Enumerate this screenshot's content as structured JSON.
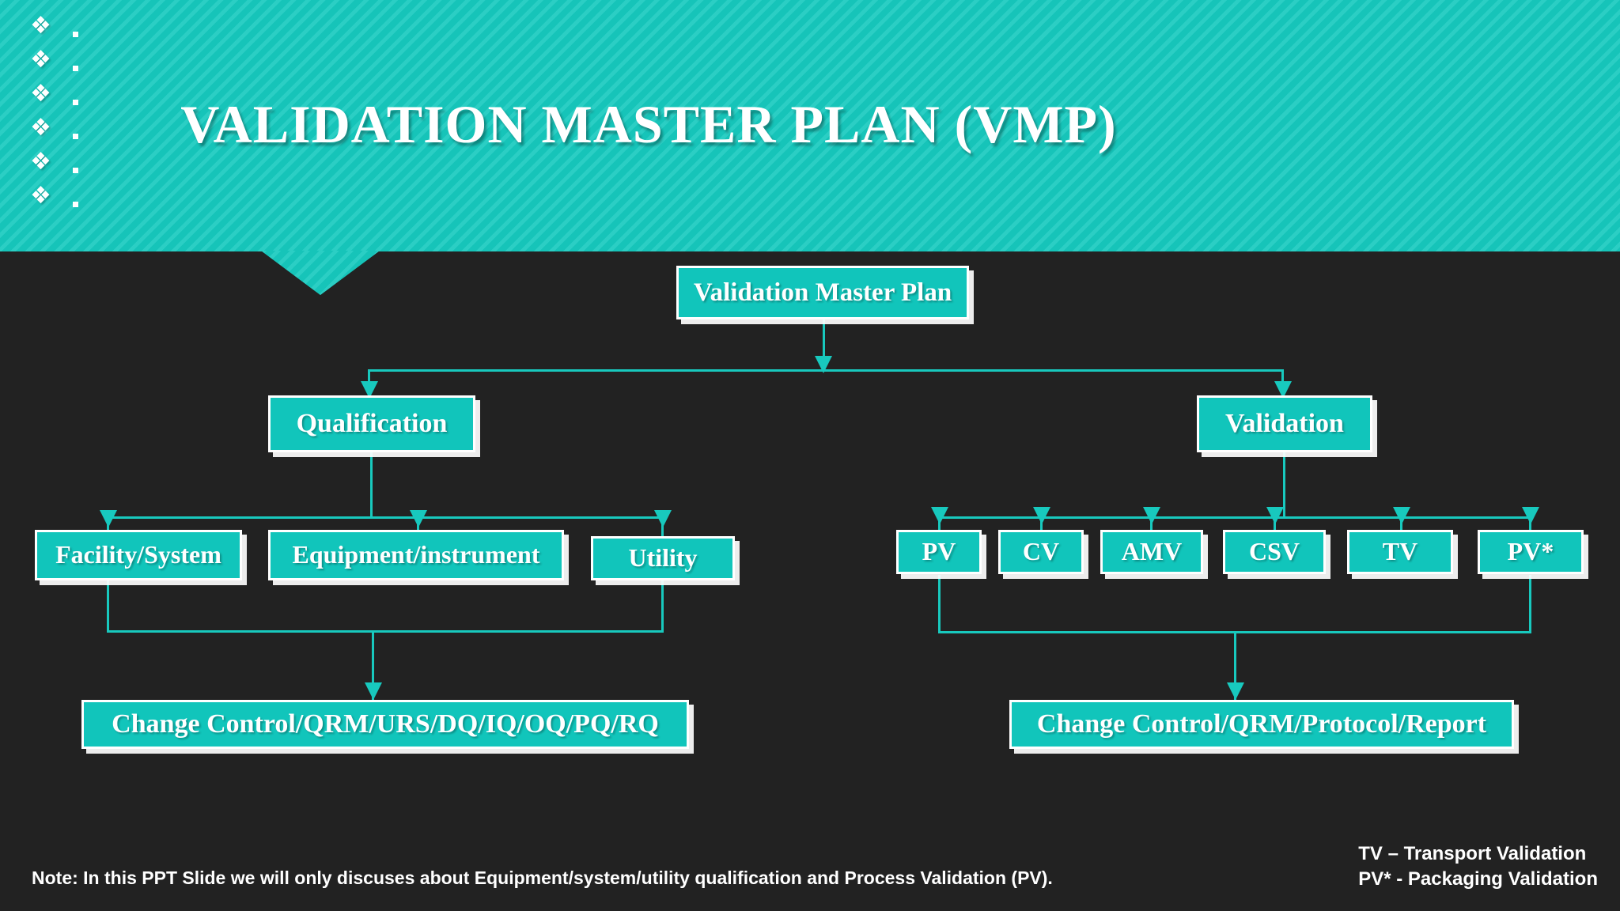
{
  "header": {
    "title": "VALIDATION MASTER PLAN (VMP)",
    "band_color": "#17cabf",
    "bullets": [
      {
        "glyph": "❖",
        "dot": "·"
      },
      {
        "glyph": "❖",
        "dot": "·"
      },
      {
        "glyph": "❖",
        "dot": "·"
      },
      {
        "glyph": "❖",
        "dot": "·"
      },
      {
        "glyph": "❖",
        "dot": "·"
      },
      {
        "glyph": "❖",
        "dot": "·"
      }
    ]
  },
  "diagram": {
    "background_color": "#222222",
    "node_fill": "#11c5bb",
    "node_border": "#ffffff",
    "connector_color": "#18c9be",
    "root": "Validation Master Plan",
    "level2": {
      "left": "Qualification",
      "right": "Validation"
    },
    "qualification_children": [
      "Facility/System",
      "Equipment/instrument",
      "Utility"
    ],
    "validation_children": [
      "PV",
      "CV",
      "AMV",
      "CSV",
      "TV",
      "PV*"
    ],
    "left_outcome": "Change Control/QRM/URS/DQ/IQ/OQ/PQ/RQ",
    "right_outcome": "Change Control/QRM/Protocol/Report"
  },
  "footer": {
    "note": "Note: In this PPT Slide we will only discuses about Equipment/system/utility qualification and Process Validation (PV).",
    "legend_line1": "TV – Transport Validation",
    "legend_line2": "PV* - Packaging Validation"
  }
}
